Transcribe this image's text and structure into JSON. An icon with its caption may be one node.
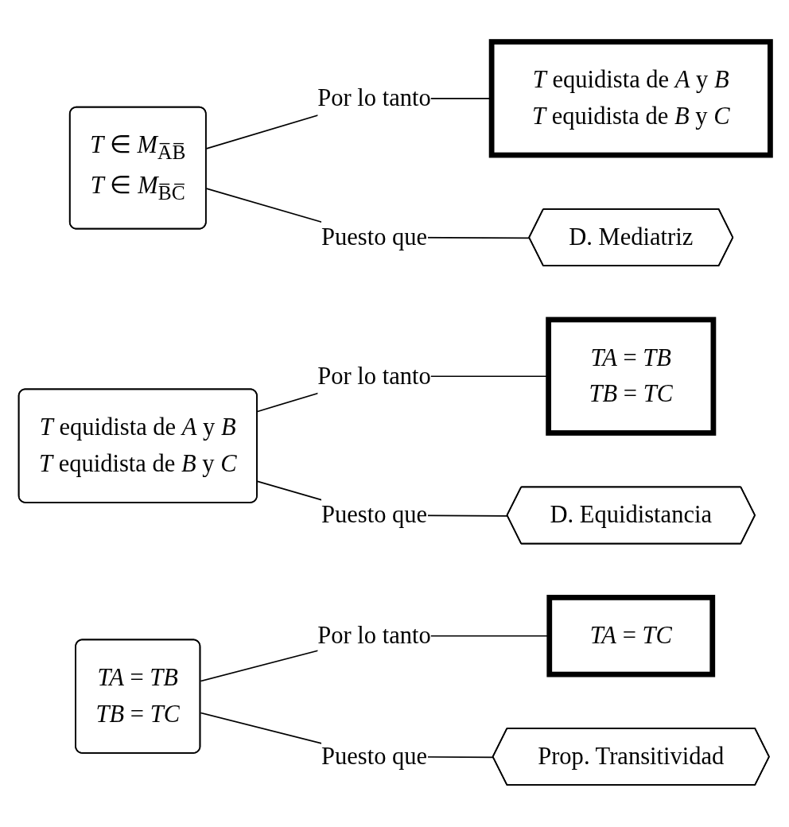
{
  "diagram": {
    "nodes": [
      {
        "text": [
          "*T* ∈ *M*$_{A̅B̅}$",
          "*T* ∈ *M*$_{B̅C̅}$"
        ]
      },
      {
        "text": [
          "*T* equidista de *A* y *B*",
          "*T* equidista de *B* y *C*"
        ]
      },
      {
        "text": [
          "D. Mediatriz"
        ]
      },
      {
        "text": [
          "*T* equidista de *A* y *B*",
          "*T* equidista de *B* y *C*"
        ]
      },
      {
        "text": [
          "*TA* = *TB*",
          "*TB* = *TC*"
        ]
      },
      {
        "text": [
          "D. Equidistancia"
        ]
      },
      {
        "text": [
          "*TA* = *TB*",
          "*TB* = *TC*"
        ]
      },
      {
        "text": [
          "*TA* = *TC*"
        ]
      },
      {
        "text": [
          "Prop. Transitividad"
        ]
      }
    ],
    "edges": [
      {
        "from": 0,
        "to": 1,
        "arrow": "none",
        "label": "Por lo tanto"
      },
      {
        "from": 0,
        "to": 2,
        "arrow": "none",
        "label": "Puesto que"
      },
      {
        "from": 3,
        "to": 4,
        "arrow": "none",
        "label": "Por lo tanto"
      },
      {
        "from": 3,
        "to": 5,
        "arrow": "none",
        "label": "Puesto que"
      },
      {
        "from": 6,
        "to": 7,
        "arrow": "none",
        "label": "Por lo tanto"
      },
      {
        "from": 6,
        "to": 8,
        "arrow": "none",
        "label": "Puesto que"
      }
    ]
  }
}
